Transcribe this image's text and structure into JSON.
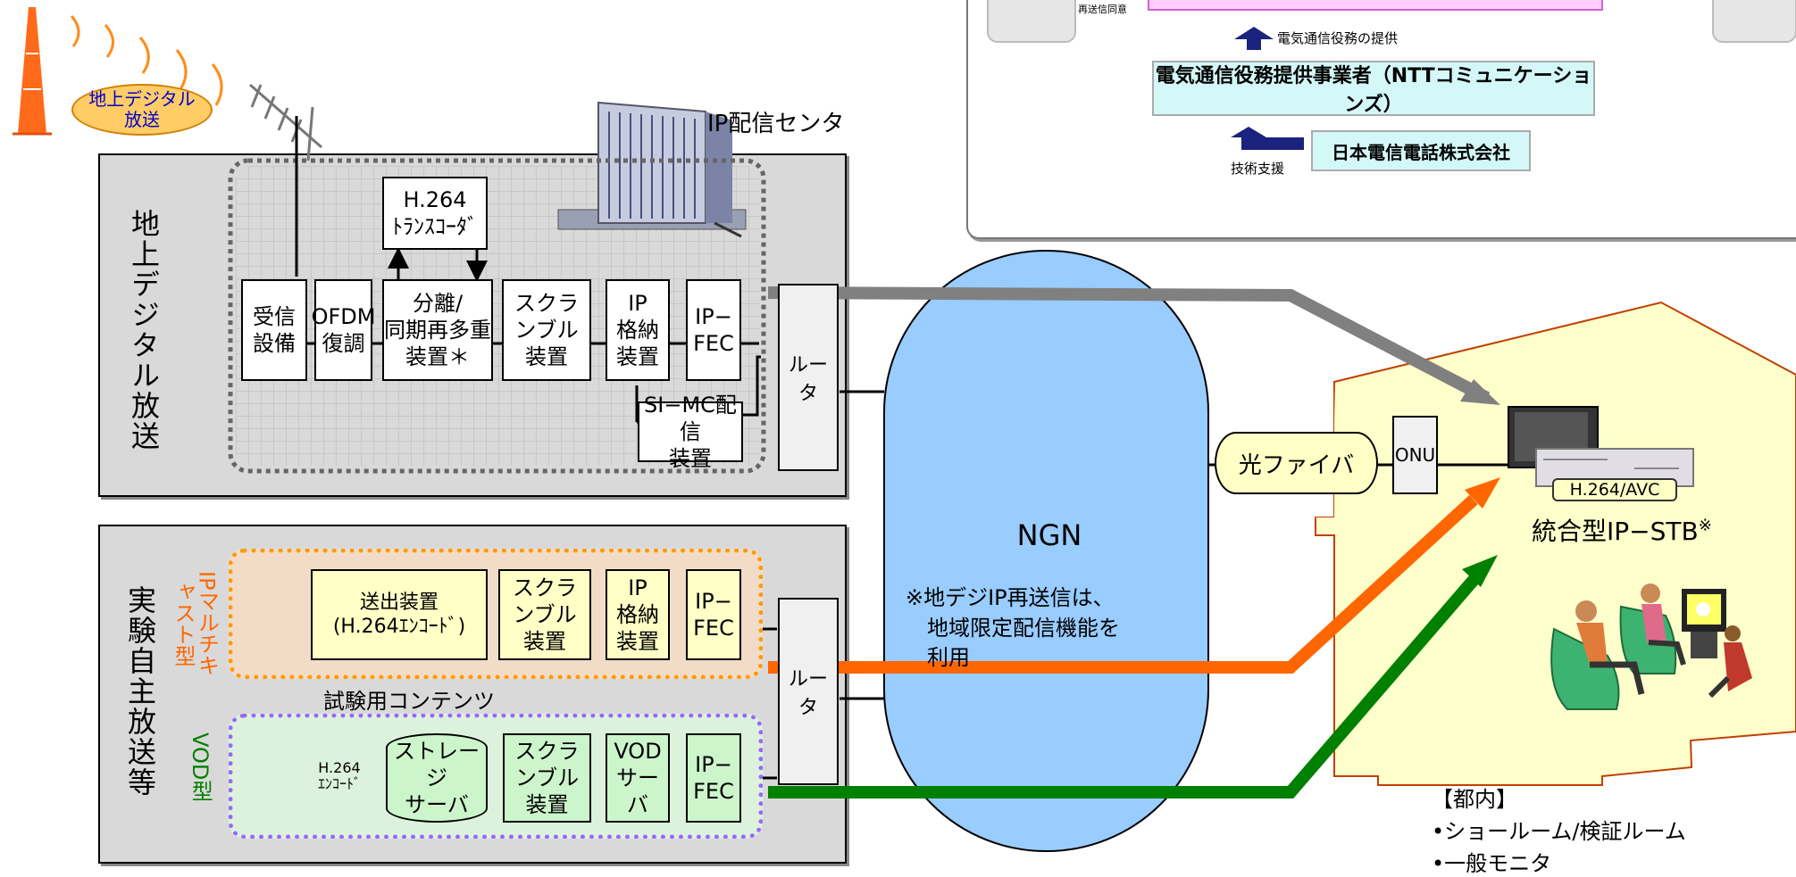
{
  "broadcast_bubble": "地上デジタル\n放送",
  "ip_center_label": "IP配信センタ",
  "terrestrial_section": {
    "title": "地上デジタル放送",
    "transcoder": "H.264\nﾄﾗﾝｽｺｰﾀﾞ",
    "blocks": [
      "受信\n設備",
      "OFDM\n復調",
      "分離/\n同期再多重\n装置＊",
      "スクラ\nンブル\n装置",
      "IP\n格納\n装置",
      "IP−\nFEC"
    ],
    "simc": "SI−MC配信\n装置",
    "router": "ルータ"
  },
  "experimental_section": {
    "title": "実験自主放送等",
    "multicast_label": "IPマルチキャスト型",
    "vod_label": "VOD型",
    "test_content_label": "試験用コンテンツ",
    "multicast_blocks": [
      "送出装置\n(H.264ｴﾝｺｰﾄﾞ)",
      "スクラ\nンブル\n装置",
      "IP\n格納\n装置",
      "IP−\nFEC"
    ],
    "vod_encoder_label": "H.264\nｴﾝｺｰﾄﾞ",
    "vod_blocks": [
      "ストレージ\nサーバ",
      "スクラ\nンブル\n装置",
      "VOD\nサーバ",
      "IP−\nFEC"
    ],
    "router": "ルータ"
  },
  "ngn": {
    "label": "NGN",
    "note": "※地デジIP再送信は、\n　地域限定配信機能を\n　利用"
  },
  "fiber_label": "光ファイバ",
  "onu_label": "ONU",
  "home": {
    "codec_badge": "H.264/AVC",
    "stb_label": "統合型IP−STB",
    "stb_mark": "※",
    "location_heading": "【都内】",
    "locations": [
      "•ショールーム/検証ルーム",
      "•一般モニタ"
    ]
  },
  "org_panel": {
    "small_left": "再送信同意",
    "service_note": "電気通信役務の提供",
    "telecom_provider": "電気通信役務提供事業者（NTTコミュニケーションズ）",
    "tech_support": "技術支援",
    "ntt": "日本電信電話株式会社"
  },
  "colors": {
    "gray_arrow": "#7f7f7f",
    "orange_arrow": "#ff6600",
    "green_arrow": "#008000",
    "ngn_fill": "#99ccff",
    "home_fill": "#ffffcc",
    "multicast_area": "#f2dcc7",
    "vod_area": "#dcf2dc"
  }
}
